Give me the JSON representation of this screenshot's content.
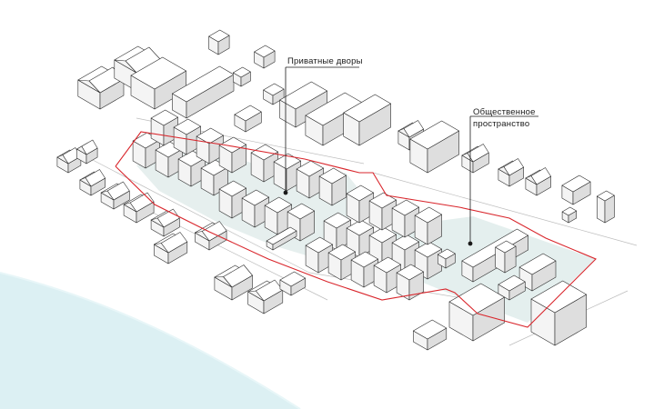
{
  "labels": {
    "private_yards": "Приватные дворы",
    "public_space_line1": "Общественное",
    "public_space_line2": "пространство"
  },
  "colors": {
    "boundary": "#d9262c",
    "yard_fill": "#e6efee",
    "river": "#dcf0f3",
    "roof": "#ffffff",
    "wall_light": "#f4f4f4",
    "wall_dark": "#dedede",
    "stroke": "#2b2b2b"
  }
}
